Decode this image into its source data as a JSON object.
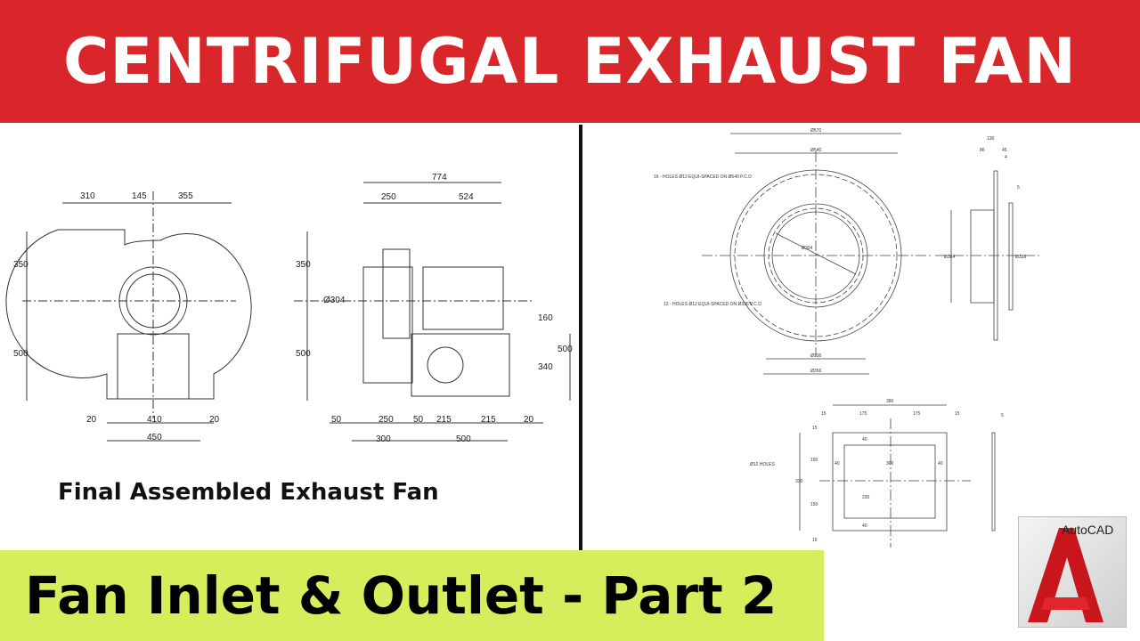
{
  "header": {
    "title": "CENTRIFUGAL EXHAUST FAN"
  },
  "caption": "Final Assembled Exhaust Fan",
  "footer": {
    "title": "Fan Inlet & Outlet - Part 2"
  },
  "logo": {
    "text": "AutoCAD",
    "accent": "#d8262a"
  },
  "colors": {
    "banner": "#d8262a",
    "subbanner": "#d4ef5b"
  },
  "front_view": {
    "dims": {
      "top_left": "310",
      "top_mid": "145",
      "top_right": "355",
      "h_upper": "350",
      "h_lower": "500",
      "base_l": "20",
      "base_mid": "410",
      "base_r": "20",
      "base_total": "450"
    }
  },
  "side_view": {
    "dims": {
      "overall": "774",
      "top_l": "250",
      "top_r": "524",
      "h_upper": "350",
      "h_lower": "500",
      "dia": "Ø304",
      "r_160": "160",
      "r_340": "340",
      "r_500": "500",
      "b1": "50",
      "b2": "250",
      "b3": "50",
      "b4": "215",
      "b5": "215",
      "b6": "20",
      "b_300": "300",
      "b_500": "500"
    }
  },
  "inlet": {
    "dia_outer": "Ø570",
    "dia_pcd": "Ø540",
    "note_outer": "16 - HOLES Ø12 EQUI-SPACED ON Ø540 P.C.D",
    "note_inner": "12 - HOLES Ø12 EQUI-SPACED ON Ø336 P.C.D",
    "dia_inner": "Ø304",
    "dia_336": "Ø336",
    "dia_356": "Ø356",
    "side_w": "136",
    "side_a": "86",
    "side_b": "45",
    "side_c": "4",
    "side_d": "5",
    "side_h": "Ø304",
    "side_h2": "Ø336"
  },
  "outlet": {
    "w_total": "380",
    "w_15a": "15",
    "w_175a": "175",
    "w_175b": "175",
    "w_15b": "15",
    "inner_w": "300",
    "m_l": "40",
    "m_r": "40",
    "h_total": "330",
    "h_a": "150",
    "h_b": "150",
    "inner_h": "230",
    "m_t": "40",
    "m_b": "40",
    "e_t": "15",
    "e_b": "15",
    "note": "Ø12 HOLES",
    "thk": "5"
  }
}
